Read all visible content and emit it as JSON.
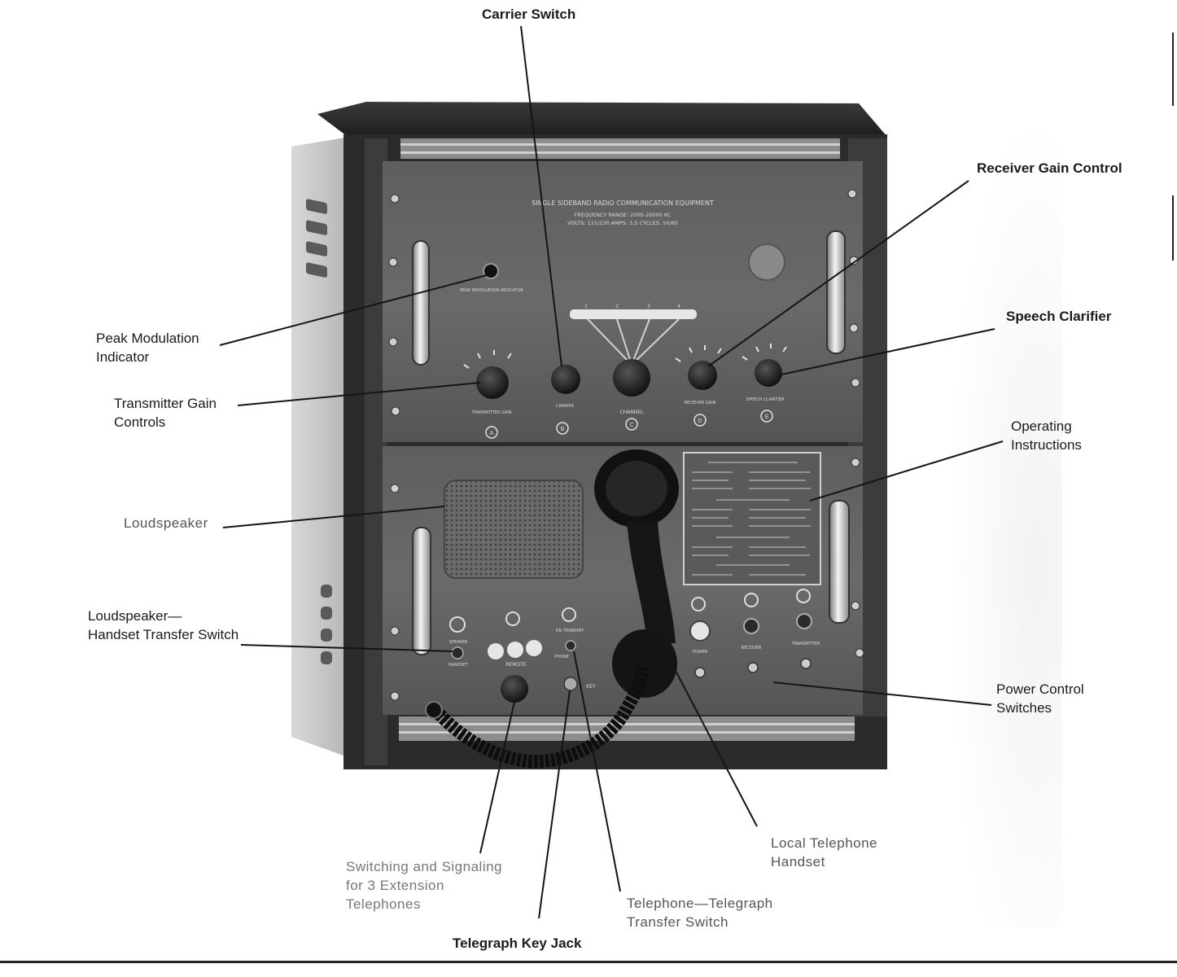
{
  "labels": {
    "carrier_switch": "Carrier Switch",
    "receiver_gain_control": "Receiver Gain Control",
    "speech_clarifier": "Speech Clarifier",
    "peak_modulation": [
      "Peak Modulation",
      "Indicator"
    ],
    "transmitter_gain": [
      "Transmitter Gain",
      "Controls"
    ],
    "operating_instructions": [
      "Operating",
      "Instructions"
    ],
    "loudspeaker": "Loudspeaker",
    "handset_transfer": [
      "Loudspeaker—",
      "Handset Transfer Switch"
    ],
    "power_control": [
      "Power Control",
      "Switches"
    ],
    "local_handset": [
      "Local Telephone",
      "Handset"
    ],
    "switching_signaling": [
      "Switching and Signaling",
      "for 3 Extension",
      "Telephones"
    ],
    "telegraph_transfer": [
      "Telephone—Telegraph",
      "Transfer Switch"
    ],
    "telegraph_key_jack": "Telegraph Key Jack"
  },
  "panel_nameplate": {
    "line1": "SINGLE SIDEBAND RADIO COMMUNICATION EQUIPMENT",
    "line2": "FREQUENCY RANGE: 2000-20000 KC",
    "line3": "VOLTS: 115/230   AMPS: 3.5   CYCLES: 50/60"
  },
  "panel_markings": {
    "peak_indicator": "PEAK MODULATION INDICATOR",
    "transmitter_gain": "TRANSMITTER GAIN",
    "carrier": "CARRIER",
    "channel": "CHANNEL",
    "receiver_gain": "RECEIVER GAIN",
    "speech_clarifier": "SPEECH CLARIFIER",
    "channel_numbers": [
      "1",
      "2",
      "3",
      "4"
    ],
    "dial_letters": [
      "A",
      "B",
      "C",
      "D",
      "E"
    ],
    "remote": "REMOTE",
    "power": "POWER",
    "receiver": "RECEIVER",
    "transmitter": "TRANSMITTER",
    "key": "KEY",
    "speaker": "SPEAKER",
    "handset": "HANDSET",
    "phone": "PHONE",
    "on_transmit": "ON TRANSMIT"
  }
}
